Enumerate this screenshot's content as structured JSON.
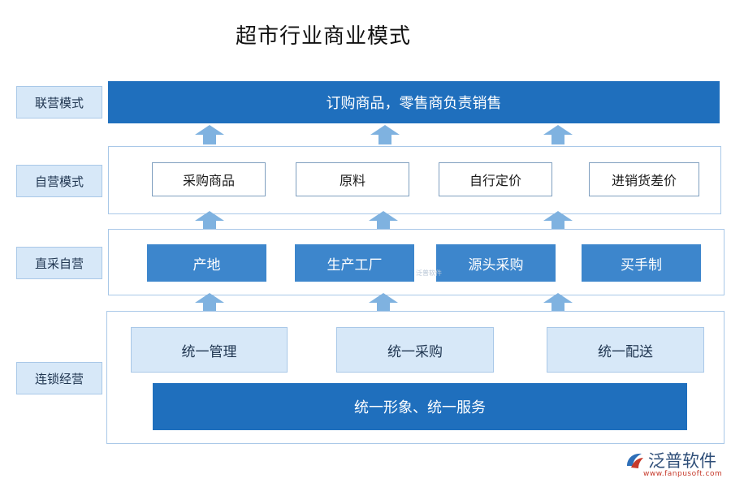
{
  "title": "超市行业商业模式",
  "rows": {
    "lianying": {
      "label": "联营模式",
      "bar": "订购商品，零售商负责销售"
    },
    "ziying": {
      "label": "自营模式",
      "items": [
        "采购商品",
        "原料",
        "自行定价",
        "进销货差价"
      ]
    },
    "zhicai": {
      "label": "直采自营",
      "items": [
        "产地",
        "生产工厂",
        "源头采购",
        "买手制"
      ]
    },
    "liansuo": {
      "label": "连锁经营",
      "items": [
        "统一管理",
        "统一采购",
        "统一配送"
      ],
      "bar": "统一形象、统一服务"
    }
  },
  "watermark": {
    "center_text": "泛普软件",
    "logo_name": "泛普软件",
    "logo_url": "www.fanpusoft.com"
  },
  "colors": {
    "dark_blue": "#1f6fbd",
    "mid_blue": "#3d86cc",
    "light_blue": "#d7e8f8",
    "arrow_blue": "#7fb2e0"
  }
}
